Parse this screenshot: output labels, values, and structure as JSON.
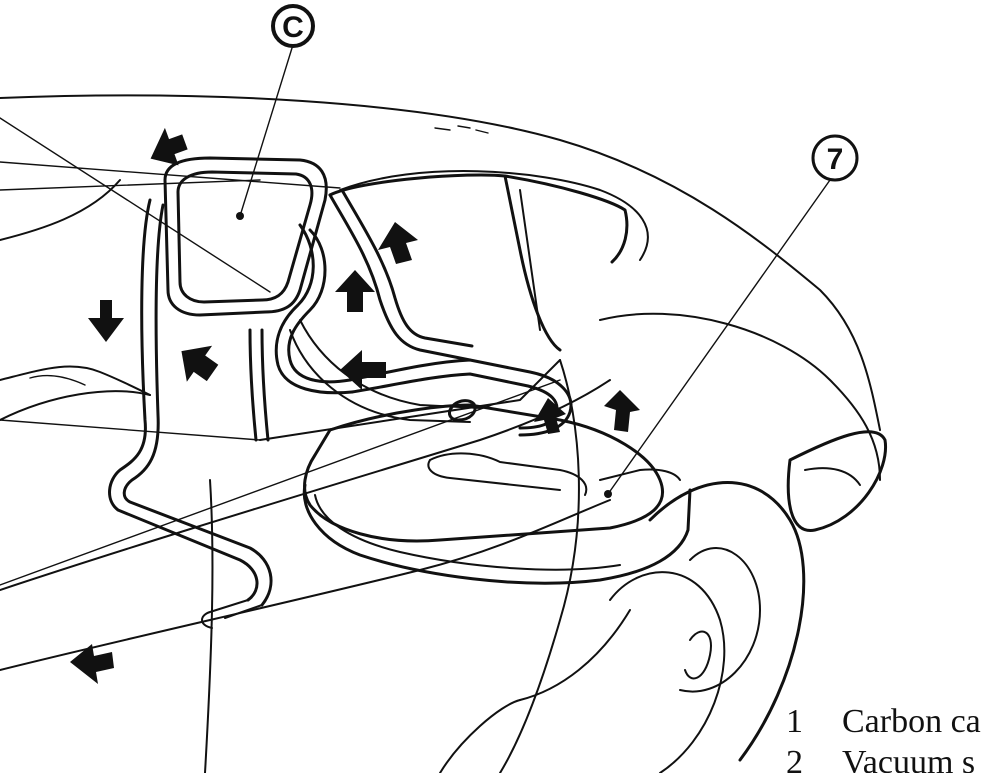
{
  "callouts": {
    "c": "C",
    "seven": "7"
  },
  "legend": [
    {
      "num": "1",
      "text": "Carbon ca"
    },
    {
      "num": "2",
      "text": "Vacuum s"
    }
  ]
}
